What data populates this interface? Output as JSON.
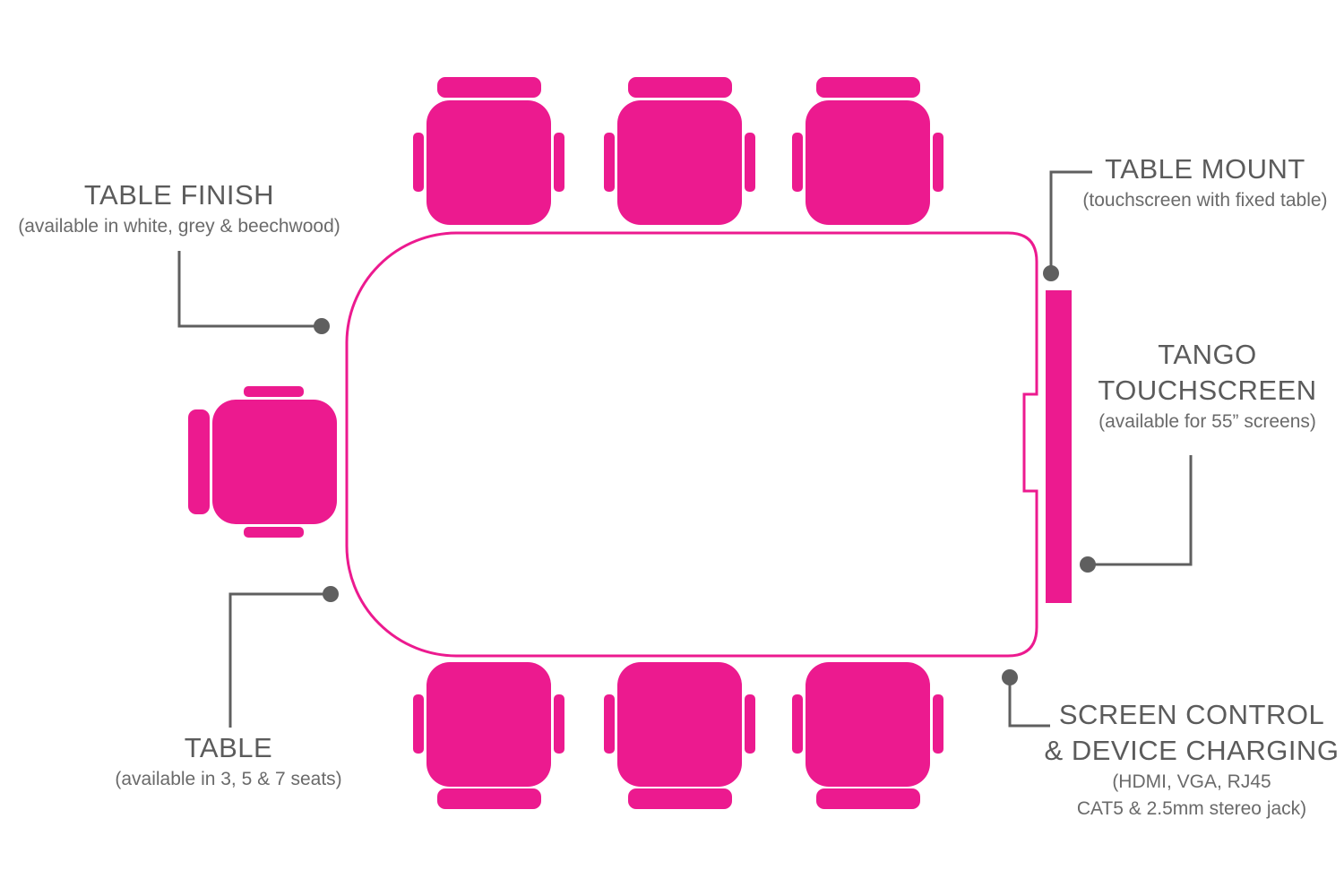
{
  "colors": {
    "accent": "#ec1a8f",
    "line": "#5f5f5f",
    "text": "#5b5b5b",
    "background": "#ffffff"
  },
  "labels": {
    "table_finish": {
      "title": "TABLE FINISH",
      "subtitle": "(available in white, grey & beechwood)"
    },
    "table": {
      "title": "TABLE",
      "subtitle": "(available in 3, 5 & 7 seats)"
    },
    "table_mount": {
      "title": "TABLE MOUNT",
      "subtitle": "(touchscreen with fixed table)"
    },
    "touchscreen": {
      "title_line1": "TANGO",
      "title_line2": "TOUCHSCREEN",
      "subtitle": "(available for 55” screens)"
    },
    "screen_control": {
      "title_line1": "SCREEN CONTROL",
      "title_line2": "& DEVICE CHARGING",
      "subtitle_line1": "(HDMI, VGA, RJ45",
      "subtitle_line2": "CAT5 & 2.5mm stereo jack)"
    }
  }
}
